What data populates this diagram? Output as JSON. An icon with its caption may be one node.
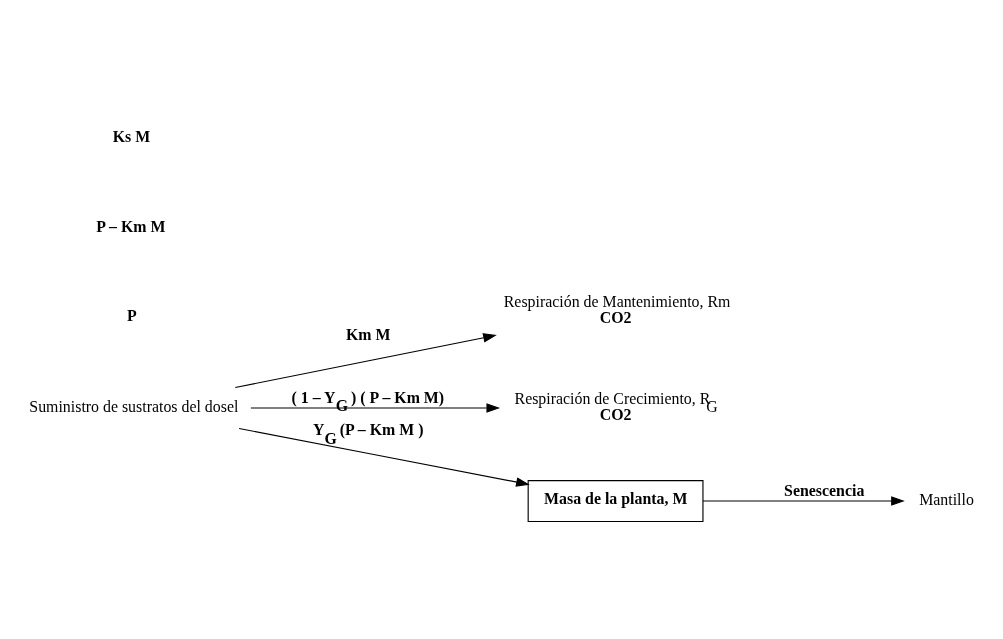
{
  "diagram": {
    "nodes": [
      {
        "text": [
          "Suministro de sustratos del dosel"
        ]
      },
      {
        "text": [
          "Respiración de Mantenimiento, Rm",
          "CO2"
        ]
      },
      {
        "text": [
          "Respiración de Crecimiento, R$_{G}$",
          "CO2"
        ]
      },
      {
        "text": [
          "Masa de la planta, M"
        ]
      },
      {
        "text": [
          "Mantillo"
        ]
      }
    ],
    "edges": [
      {
        "from": 0,
        "to": 1,
        "arrow": "to",
        "label": "Km M"
      },
      {
        "from": 0,
        "to": 2,
        "arrow": "to",
        "label": "( 1 – Y$_{G}$ ) ( P – Km M)"
      },
      {
        "from": 0,
        "to": 3,
        "arrow": "to",
        "label": "Y$_{G}$ (P – Km M )"
      },
      {
        "from": 3,
        "to": 4,
        "arrow": "to",
        "label": "Senescencia"
      }
    ],
    "labels": [
      "P",
      "P – Km M",
      "Ks M"
    ]
  }
}
